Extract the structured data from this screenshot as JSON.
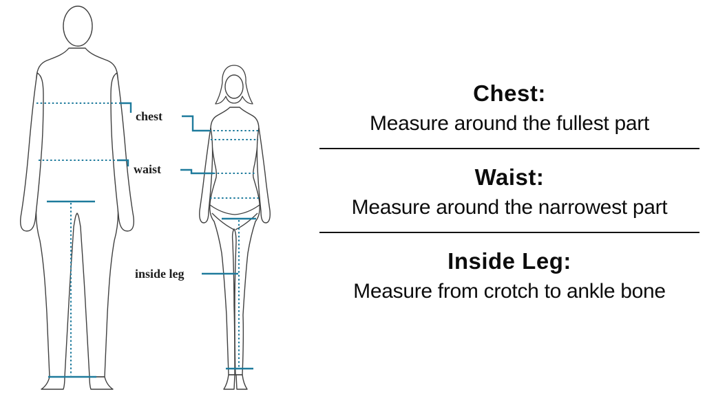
{
  "figure_labels": {
    "chest": "chest",
    "waist": "waist",
    "inside_leg": "inside leg"
  },
  "colors": {
    "measurement_line": "#1d7a9c",
    "body_outline": "#3f3f3f",
    "text": "#0c0c0c"
  },
  "instructions": {
    "sections": [
      {
        "heading": "Chest:",
        "description": "Measure around the fullest part"
      },
      {
        "heading": "Waist:",
        "description": "Measure around the narrowest part"
      },
      {
        "heading": "Inside Leg:",
        "description": "Measure from crotch to ankle bone"
      }
    ]
  }
}
